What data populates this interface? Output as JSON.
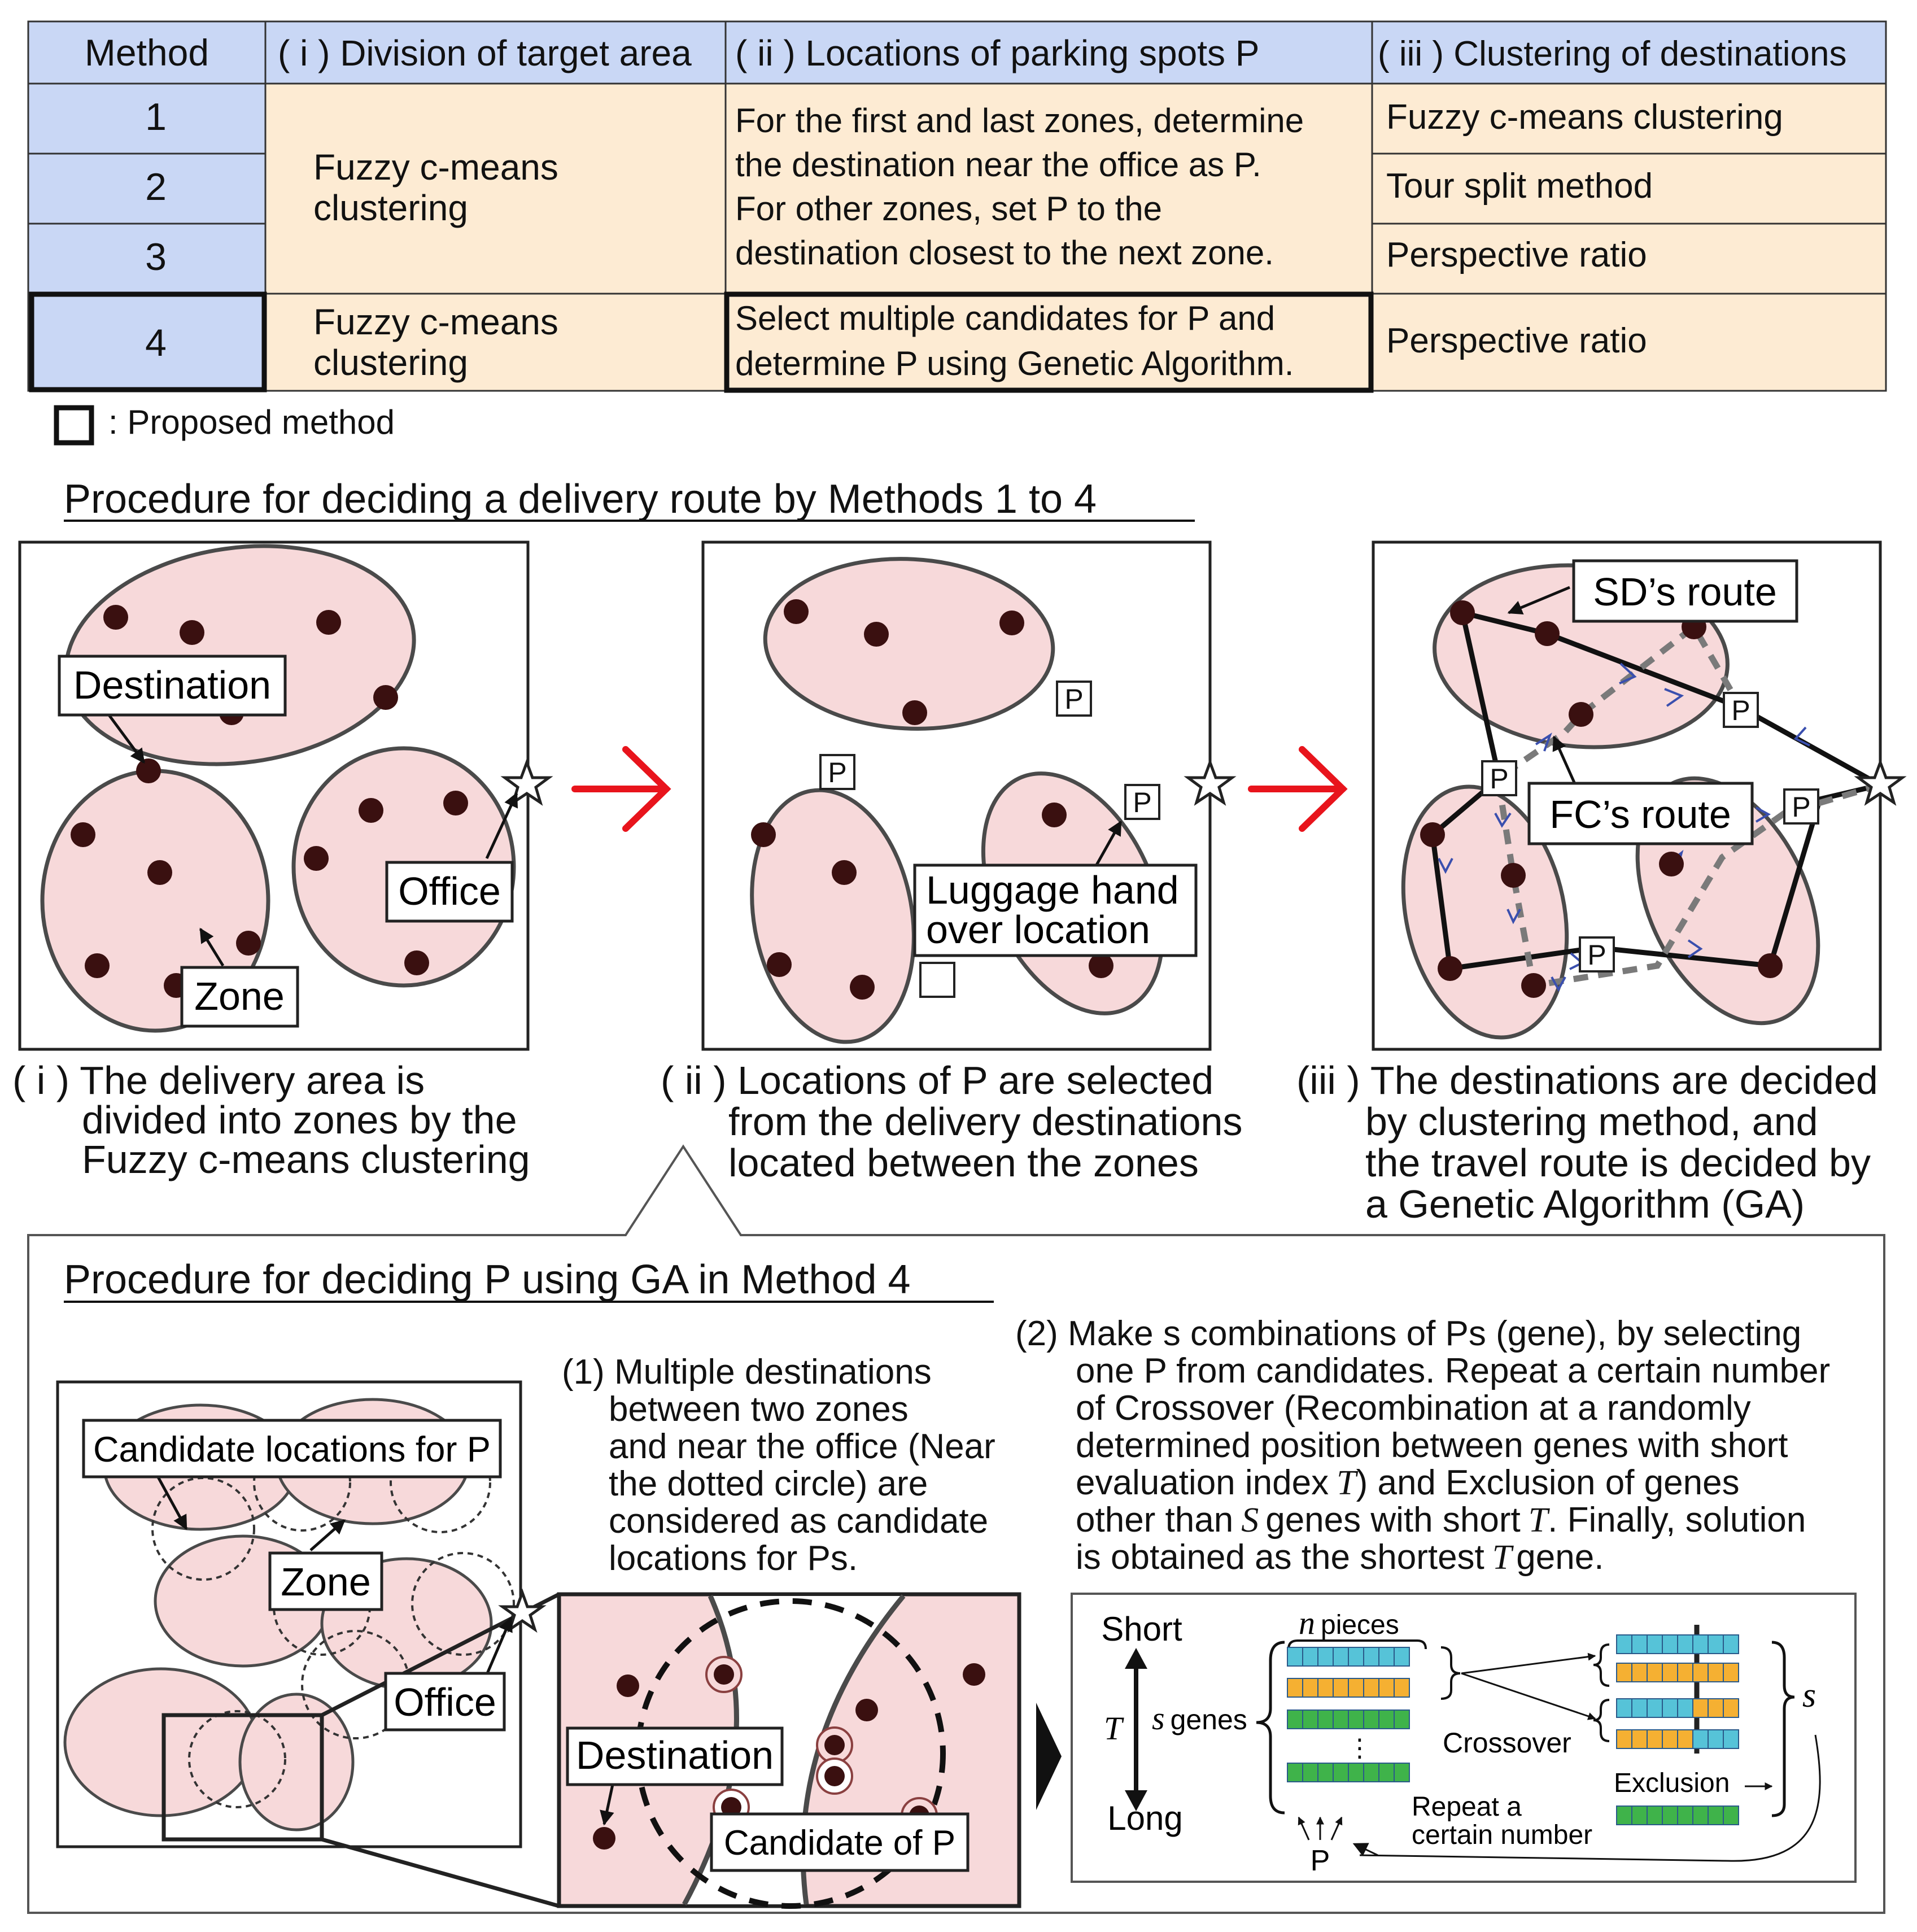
{
  "table": {
    "headers": [
      "Method",
      "( i ) Division of target area",
      "(  ii  ) Locations of parking spots P",
      "(  iii  ) Clustering of destinations"
    ],
    "method_numbers": [
      "1",
      "2",
      "3",
      "4"
    ],
    "division_rows_1_3": [
      "Fuzzy c-means",
      "clustering"
    ],
    "division_row_4": [
      "Fuzzy c-means",
      "clustering"
    ],
    "locations_rows_1_3": [
      "For the first and last zones, determine",
      "the destination near the office as P.",
      "For other zones, set P to the",
      "destination closest to the next zone."
    ],
    "locations_row_4": [
      "Select multiple candidates for P and",
      "determine P using Genetic Algorithm."
    ],
    "clustering": [
      "Fuzzy c-means clustering",
      "Tour split method",
      "Perspective ratio",
      "Perspective ratio"
    ],
    "legend": ": Proposed method",
    "colors": {
      "method_cell": "#c9d7f5",
      "body_cell": "#fdebd3",
      "border": "#333333"
    }
  },
  "procedure": {
    "title": "Procedure for deciding a delivery route by Methods 1 to 4",
    "panel1": {
      "labels": {
        "destination": "Destination",
        "office": "Office",
        "zone": "Zone"
      },
      "caption": [
        "( i ) The delivery area is",
        "divided into zones by the",
        "Fuzzy c-means clustering"
      ]
    },
    "panel2": {
      "p": "P",
      "luggage": [
        "Luggage hand",
        "over location"
      ],
      "caption": [
        "( ii ) Locations of P are selected",
        "from the delivery destinations",
        "located between the zones"
      ]
    },
    "panel3": {
      "sd_route": "SD’s route",
      "fc_route": "FC’s route",
      "p": "P",
      "caption": [
        "(iii ) The destinations are decided",
        "by clustering method, and",
        "the travel route is decided by",
        "a Genetic Algorithm (GA)"
      ]
    },
    "colors": {
      "zone_fill": "#f7d9da",
      "dot": "#3a1010",
      "arrow_red": "#e8141c",
      "fc_dash": "#7a7a7a",
      "fc_arrow": "#3a4fae"
    }
  },
  "ga": {
    "title": "Procedure for deciding P using GA in Method 4",
    "left": {
      "candidate": "Candidate locations for P",
      "zone": "Zone",
      "office": "Office"
    },
    "zoom": {
      "destination": "Destination",
      "candidate": "Candidate of  P"
    },
    "step1": [
      "(1) Multiple destinations",
      "between two zones",
      "and near the office (Near",
      "the dotted circle) are",
      "considered as candidate",
      "locations for Ps."
    ],
    "step2": [
      "(2)  Make s combinations of Ps (gene), by selecting",
      "one P from candidates. Repeat a certain number",
      "of Crossover (Recombination at a randomly",
      "determined position between genes with short",
      "evaluation index",
      ") and Exclusion of genes",
      "other than",
      "genes with short",
      ". Finally, solution",
      "is obtained as the shortest",
      "gene."
    ],
    "vars": {
      "T": "T",
      "S": "S",
      "s": "s",
      "n": "n",
      "P": "P"
    },
    "diagram": {
      "short": "Short",
      "long": "Long",
      "genes": "genes",
      "pieces": "pieces",
      "crossover": "Crossover",
      "exclusion": "Exclusion",
      "repeat": [
        "Repeat a",
        "certain number"
      ],
      "dots": "⋮"
    },
    "colors": {
      "cyan": "#56c3d8",
      "orange": "#f5b032",
      "green": "#3fb34a"
    }
  }
}
